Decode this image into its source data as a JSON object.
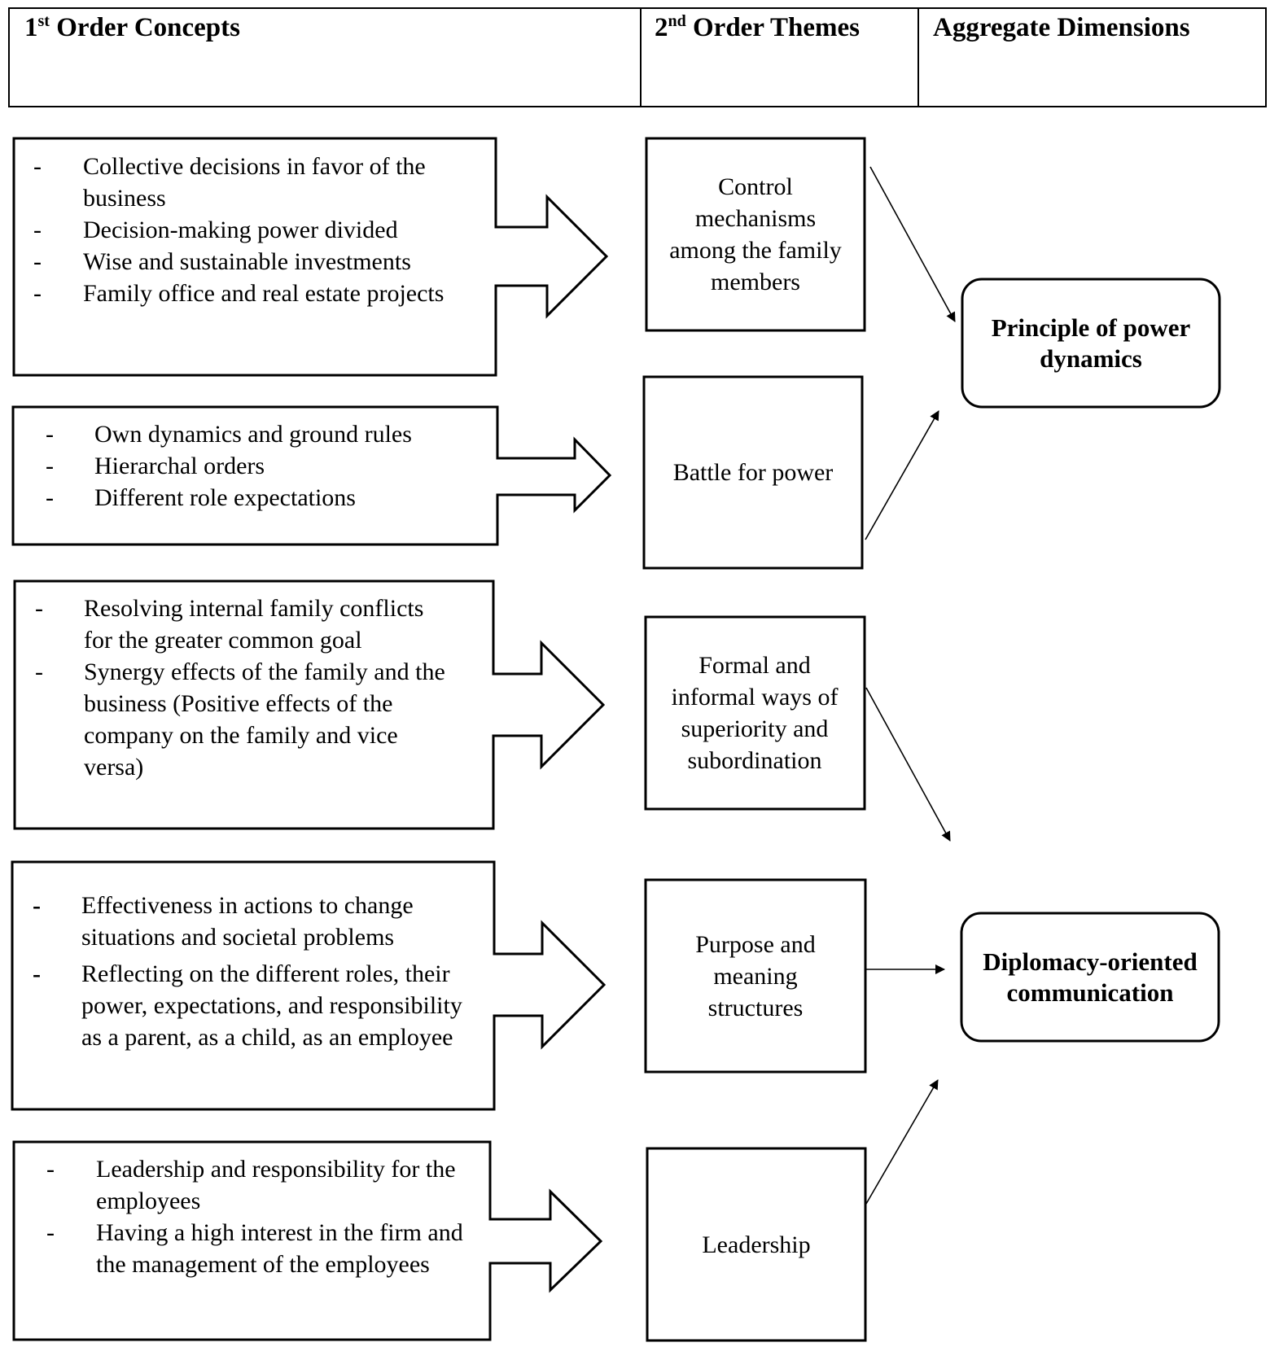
{
  "header": {
    "col1_num": "1",
    "col1_sup": "st",
    "col1_text": "Order Concepts",
    "col2_num": "2",
    "col2_sup": "nd",
    "col2_text": "Order Themes",
    "col3": "Aggregate Dimensions"
  },
  "concepts": [
    {
      "items": [
        "Collective decisions in favor of the business",
        "Decision-making power divided",
        "Wise and sustainable investments",
        "Family office and real estate projects"
      ]
    },
    {
      "items": [
        "Own dynamics and ground rules",
        "Hierarchal orders",
        "Different role expectations"
      ]
    },
    {
      "items": [
        "Resolving internal family conflicts for the greater common goal",
        "Synergy effects of the family and the business (Positive effects of the company on the family and vice versa)"
      ]
    },
    {
      "items": [
        "Effectiveness in actions to change situations and societal problems",
        "Reflecting on the different roles, their power, expectations, and responsibility as a parent, as a child, as an employee"
      ]
    },
    {
      "items": [
        "Leadership and responsibility for the employees",
        "Having a high interest in the firm and the management of the employees"
      ]
    }
  ],
  "themes": [
    "Control mechanisms among the family members",
    "Battle for power",
    "Formal and informal ways of superiority and subordination",
    "Purpose and meaning structures",
    "Leadership"
  ],
  "dimensions": [
    "Principle of power dynamics",
    "Diplomacy-oriented communication"
  ],
  "bullet": "-"
}
